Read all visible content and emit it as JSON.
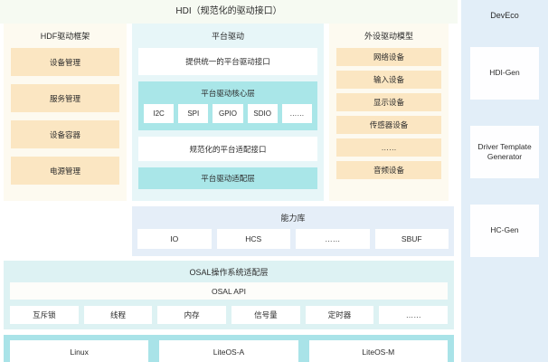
{
  "header": {
    "hdi_label": "HDI（规范化的驱动接口）"
  },
  "hdf_framework": {
    "title": "HDF驱动框架",
    "items": [
      {
        "label": "设备管理"
      },
      {
        "label": "服务管理"
      },
      {
        "label": "设备容器"
      },
      {
        "label": "电源管理"
      }
    ]
  },
  "platform_driver": {
    "title": "平台驱动",
    "unified_interface": "提供统一的平台驱动接口",
    "core_layer": {
      "title": "平台驱动核心层",
      "buses": [
        {
          "label": "I2C"
        },
        {
          "label": "SPI"
        },
        {
          "label": "GPIO"
        },
        {
          "label": "SDIO"
        },
        {
          "label": "……"
        }
      ]
    },
    "adapt_interface": "规范化的平台适配接口",
    "adapt_layer": "平台驱动适配层"
  },
  "peripheral_model": {
    "title": "外设驱动模型",
    "items": [
      {
        "label": "网络设备"
      },
      {
        "label": "输入设备"
      },
      {
        "label": "显示设备"
      },
      {
        "label": "传感器设备"
      },
      {
        "label": "……"
      },
      {
        "label": "音频设备"
      }
    ]
  },
  "capability_library": {
    "title": "能力库",
    "items": [
      {
        "label": "IO"
      },
      {
        "label": "HCS"
      },
      {
        "label": "……"
      },
      {
        "label": "SBUF"
      }
    ]
  },
  "osal": {
    "title": "OSAL操作系统适配层",
    "api_label": "OSAL API",
    "items": [
      {
        "label": "互斥锁"
      },
      {
        "label": "线程"
      },
      {
        "label": "内存"
      },
      {
        "label": "信号量"
      },
      {
        "label": "定时器"
      },
      {
        "label": "……"
      }
    ]
  },
  "operating_systems": [
    {
      "label": "Linux"
    },
    {
      "label": "LiteOS-A"
    },
    {
      "label": "LiteOS-M"
    }
  ],
  "deveco": {
    "title": "DevEco",
    "tools": [
      {
        "label": "HDI-Gen"
      },
      {
        "label": "Driver Template Generator"
      },
      {
        "label": "HC-Gen"
      }
    ]
  },
  "colors": {
    "hdi_bar": "#f6faf2",
    "tan_box": "#fbe6c2",
    "column_cream": "#fdfaf0",
    "platform_bg": "#e7f6f8",
    "teal_solid": "#a9e6e8",
    "capability_bg": "#e5eef8",
    "osal_bg": "#ddf2f3",
    "os_row_bg": "#a9e3e8",
    "deveco_bg": "#e2eef8",
    "box_white": "#ffffff",
    "text": "#2b2b2b"
  }
}
